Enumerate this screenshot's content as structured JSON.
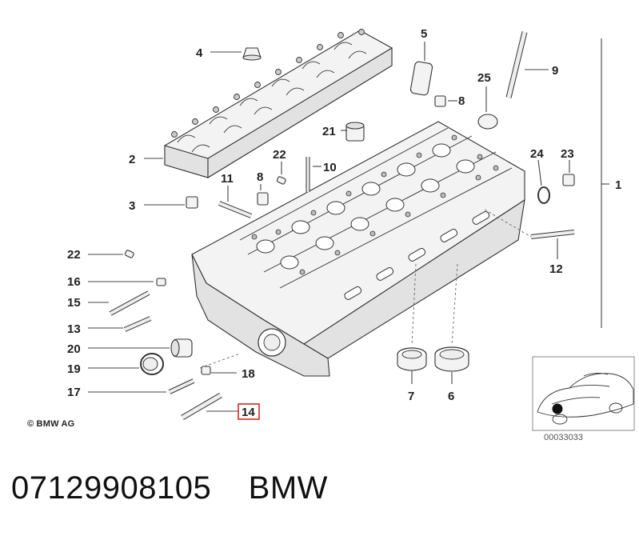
{
  "diagram": {
    "callouts": [
      {
        "id": "c1",
        "text": "1"
      },
      {
        "id": "c2",
        "text": "2"
      },
      {
        "id": "c3",
        "text": "3"
      },
      {
        "id": "c4",
        "text": "4"
      },
      {
        "id": "c5",
        "text": "5"
      },
      {
        "id": "c6",
        "text": "6"
      },
      {
        "id": "c7",
        "text": "7"
      },
      {
        "id": "c8a",
        "text": "8"
      },
      {
        "id": "c8b",
        "text": "8"
      },
      {
        "id": "c9",
        "text": "9"
      },
      {
        "id": "c10",
        "text": "10"
      },
      {
        "id": "c11",
        "text": "11"
      },
      {
        "id": "c12",
        "text": "12"
      },
      {
        "id": "c13",
        "text": "13"
      },
      {
        "id": "c14",
        "text": "14",
        "highlighted": true
      },
      {
        "id": "c15",
        "text": "15"
      },
      {
        "id": "c16",
        "text": "16"
      },
      {
        "id": "c17",
        "text": "17"
      },
      {
        "id": "c18",
        "text": "18"
      },
      {
        "id": "c19",
        "text": "19"
      },
      {
        "id": "c20",
        "text": "20"
      },
      {
        "id": "c21",
        "text": "21"
      },
      {
        "id": "c22a",
        "text": "22"
      },
      {
        "id": "c22b",
        "text": "22"
      },
      {
        "id": "c23",
        "text": "23"
      },
      {
        "id": "c24",
        "text": "24"
      },
      {
        "id": "c25",
        "text": "25"
      }
    ],
    "copyright": "© BMW AG",
    "thumbnail_code": "00033033",
    "highlight_color": "#d62828"
  },
  "footer": {
    "part_number": "07129908105",
    "brand": "BMW"
  }
}
